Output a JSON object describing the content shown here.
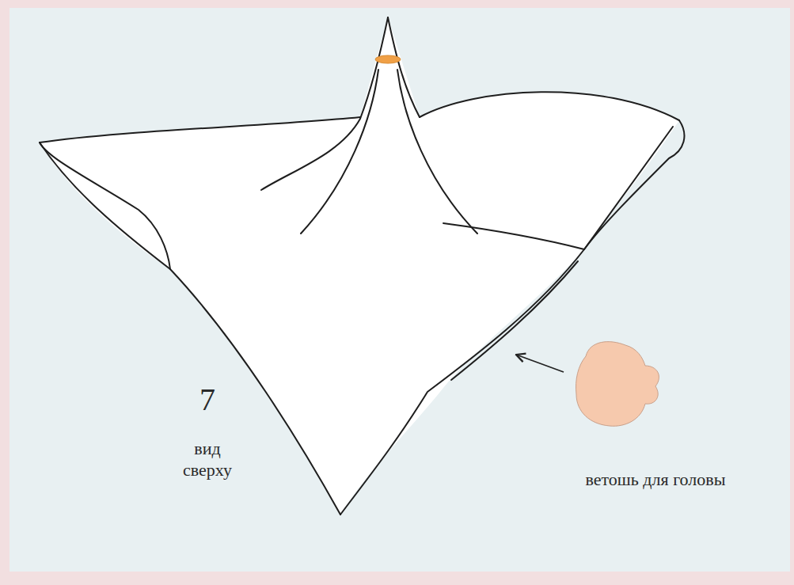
{
  "diagram": {
    "labels": [
      "7",
      "вид сверху",
      "ветошь для головы"
    ]
  }
}
